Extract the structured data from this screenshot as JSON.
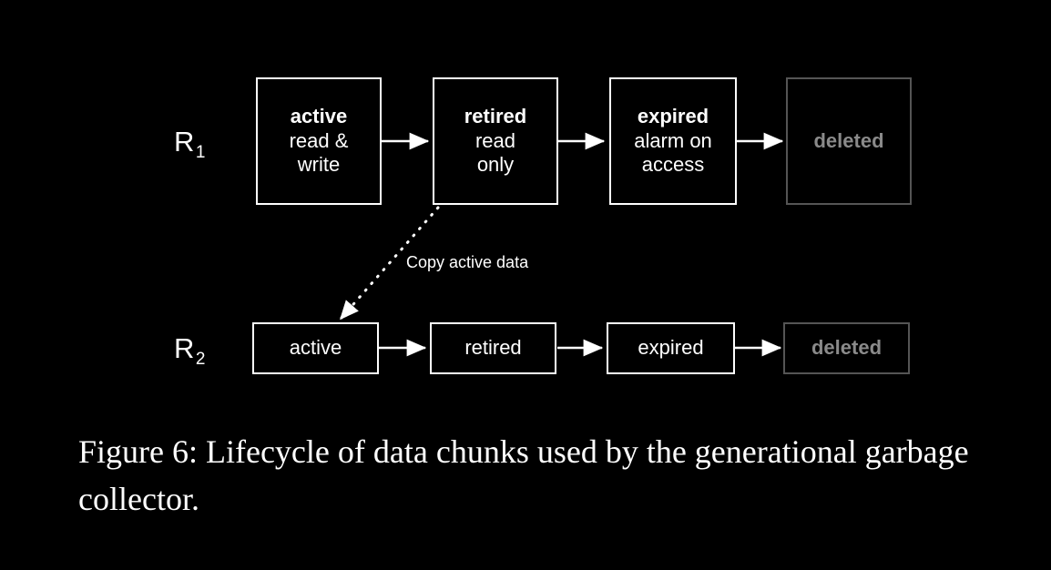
{
  "figure": {
    "caption": "Figure 6: Lifecycle of data chunks used by the generational garbage collector.",
    "background_color": "#000000",
    "foreground_color": "#ffffff",
    "dimmed_color": "#8a8a8a",
    "dimmed_border_color": "#555555"
  },
  "rows": [
    {
      "label_base": "R",
      "label_sub": "1",
      "states": [
        {
          "name": "active",
          "desc_line1": "read &",
          "desc_line2": "write",
          "dimmed": false
        },
        {
          "name": "retired",
          "desc_line1": "read",
          "desc_line2": "only",
          "dimmed": false
        },
        {
          "name": "expired",
          "desc_line1": "alarm on",
          "desc_line2": "access",
          "dimmed": false
        },
        {
          "name": "deleted",
          "desc_line1": "",
          "desc_line2": "",
          "dimmed": true
        }
      ]
    },
    {
      "label_base": "R",
      "label_sub": "2",
      "states": [
        {
          "name": "active",
          "dimmed": false
        },
        {
          "name": "retired",
          "dimmed": false
        },
        {
          "name": "expired",
          "dimmed": false
        },
        {
          "name": "deleted",
          "dimmed": true
        }
      ]
    }
  ],
  "edges": {
    "copy_label": "Copy active data"
  }
}
